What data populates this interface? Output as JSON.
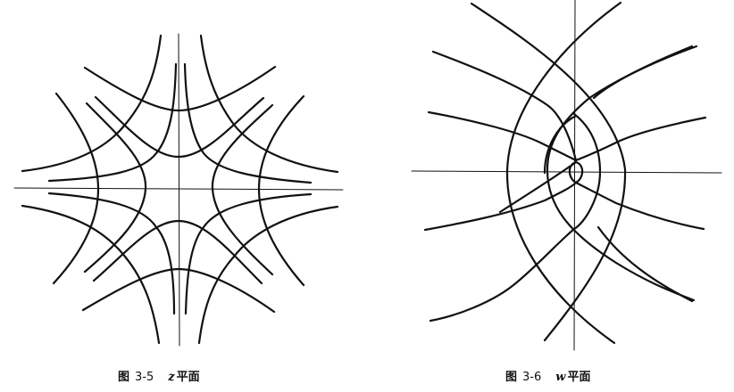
{
  "figures": [
    {
      "id": "fig-3-5",
      "caption": {
        "prefix": "图",
        "number": "3-5",
        "variable": "z",
        "suffix": "平面"
      },
      "description": "z-plane with hyperbola families around origin (4-fold symmetric)"
    },
    {
      "id": "fig-3-6",
      "caption": {
        "prefix": "图",
        "number": "3-6",
        "variable": "w",
        "suffix": "平面"
      },
      "description": "w-plane with nested lens-shaped curves and radiating curves through origin"
    }
  ],
  "colors": {
    "line": "#111111",
    "background": "#ffffff"
  }
}
